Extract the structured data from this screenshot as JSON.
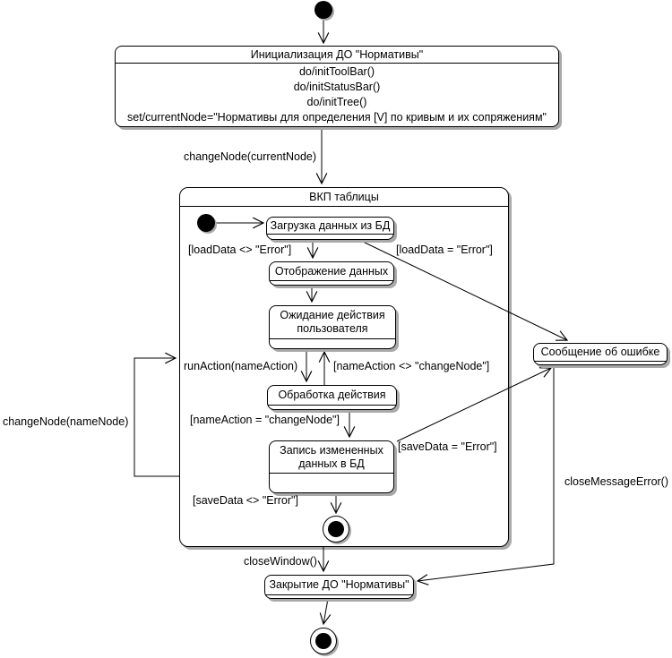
{
  "colors": {
    "background": "#ffffff",
    "line": "#000000",
    "state_fill": "#ffffff",
    "shadow": "#a9a9a9"
  },
  "states": {
    "initialization": {
      "title": "Инициализация ДО \"Нормативы\"",
      "actions": [
        "do/initToolBar()",
        "do/initStatusBar()",
        "do/initTree()",
        "set/currentNode=\"Нормативы для определения [V] по кривым и их сопряжениям\""
      ]
    },
    "vkp_table": {
      "title": "ВКП таблицы"
    },
    "load_data": {
      "title": "Загрузка данных из БД"
    },
    "display_data": {
      "title": "Отображение данных"
    },
    "wait_user": {
      "title": "Ожидание действия пользователя"
    },
    "process_action": {
      "title": "Обработка действия"
    },
    "save_data": {
      "title": "Запись измененных данных в БД"
    },
    "error_message": {
      "title": "Сообщение об ошибке"
    },
    "close_do": {
      "title": "Закрытие ДО \"Нормативы\""
    }
  },
  "transitions": {
    "change_node_current": {
      "label": "changeNode(currentNode)",
      "from": "initialization",
      "to": "vkp_table"
    },
    "load_ok": {
      "label": "[loadData <> \"Error\"]",
      "from": "load_data",
      "to": "display_data"
    },
    "load_error": {
      "label": "[loadData = \"Error\"]",
      "from": "load_data",
      "to": "error_message"
    },
    "run_action": {
      "label": "runAction(nameAction)",
      "from": "wait_user",
      "to": "process_action"
    },
    "action_not_change_node": {
      "label": "[nameAction <> \"changeNode\"]",
      "from": "process_action",
      "to": "wait_user"
    },
    "action_change_node": {
      "label": "[nameAction = \"changeNode\"]",
      "from": "process_action",
      "to": "save_data"
    },
    "save_error": {
      "label": "[saveData = \"Error\"]",
      "from": "save_data",
      "to": "error_message"
    },
    "save_ok": {
      "label": "[saveData <> \"Error\"]",
      "from": "save_data",
      "to": "final_inner"
    },
    "change_node_name": {
      "label": "changeNode(nameNode)",
      "from": "vkp_table",
      "to": "vkp_table"
    },
    "close_window": {
      "label": "closeWindow()",
      "from": "vkp_table",
      "to": "close_do"
    },
    "close_message_error": {
      "label": "closeMessageError()",
      "from": "error_message",
      "to": "close_do"
    }
  }
}
